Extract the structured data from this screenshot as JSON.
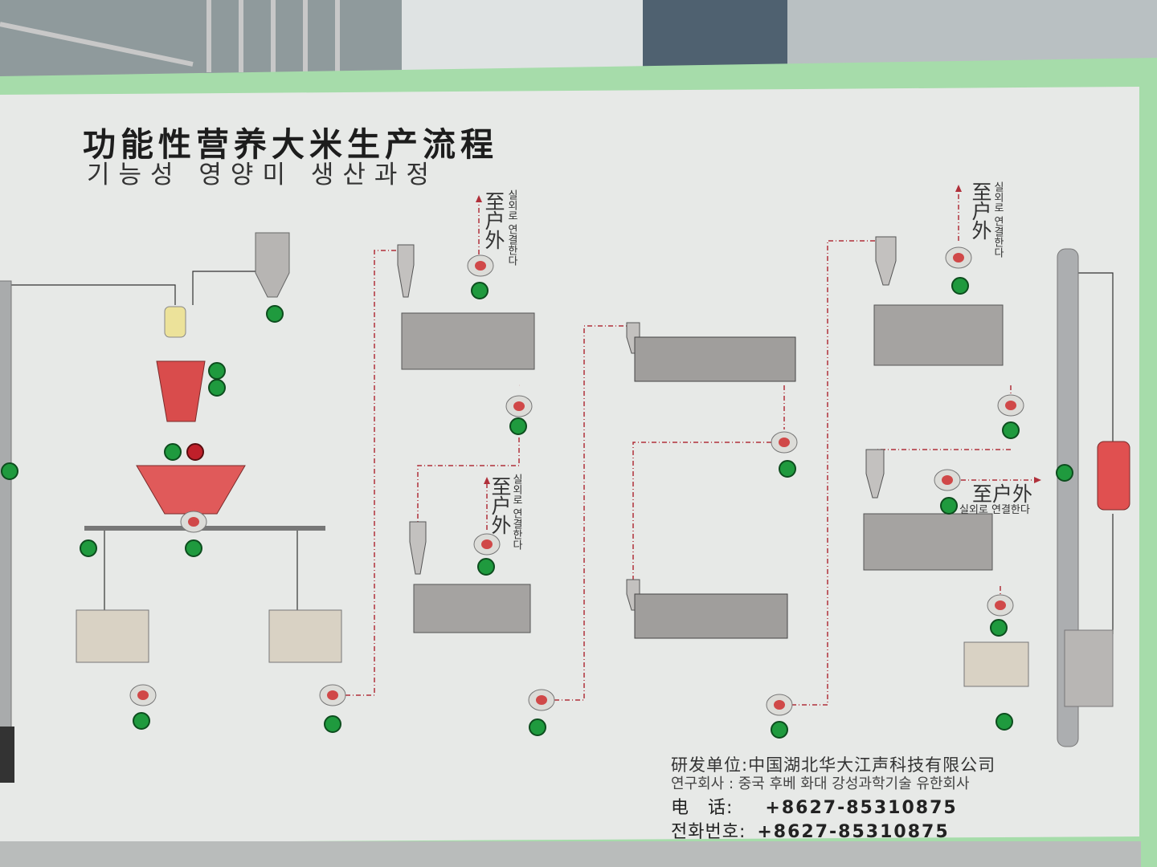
{
  "board": {
    "title_cn": "功能性营养大米生产流程",
    "title_kr": "기능성 영양미 생산과정",
    "outdoor_labels": [
      {
        "cn": "至户外",
        "kr": "실외로 연결한다"
      },
      {
        "cn": "至户外",
        "kr": "실외로 연결한다"
      },
      {
        "cn": "至户外",
        "kr": "실외로 연결한다"
      },
      {
        "cn": "至户外",
        "kr": "실외로 연결한다"
      }
    ],
    "credits": {
      "developer_cn": "研发单位:中国湖北华大江声科技有限公司",
      "developer_kr": "연구회사 : 중국 후베 화대 강성과학기술 유한회사",
      "phone_label_cn": "电　话:",
      "phone_label_kr": "전화번호:",
      "phone": "+8627-85310875"
    }
  },
  "colors": {
    "frame": "#9fd8a8",
    "panel": "#e6e8e6",
    "indicator": "#1f9a3e",
    "flow_line": "#b0303a",
    "equipment": "#9a9896"
  }
}
